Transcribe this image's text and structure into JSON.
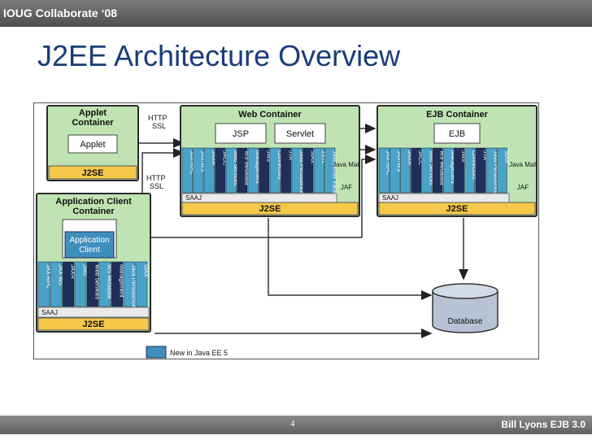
{
  "header": {
    "conference": "IOUG Collaborate ‘08"
  },
  "slide": {
    "title": "J2EE Architecture Overview"
  },
  "footer": {
    "page": "4",
    "author": "Bill Lyons EJB 3.0"
  },
  "colors": {
    "container_bg": "#bfe3b3",
    "api_blue": "#4aa2c8",
    "api_dark": "#1f2f58",
    "j2se_bar": "#f5c84a",
    "legend_blue": "#3f8fbd"
  },
  "diagram": {
    "applet_container": {
      "title_line1": "Applet",
      "title_line2": "Container",
      "component": "Applet",
      "platform": "J2SE"
    },
    "app_client_container": {
      "title_line1": "Application Client",
      "title_line2": "Container",
      "component_line1": "Application",
      "component_line2": "Client",
      "apis": [
        "JAX-RPC",
        "JAX-WS",
        "JAXR",
        "JMS",
        "Web Services",
        "WS Metadata",
        "Management",
        "Java Persistence",
        "StAX"
      ],
      "saaj": "SAAJ",
      "platform": "J2SE"
    },
    "web_container": {
      "title": "Web Container",
      "components": [
        "JSP",
        "Servlet"
      ],
      "apis": [
        "JAX-RPC",
        "JAX-WS",
        "JAXR",
        "JACC",
        "Web Services",
        "WS Metadata",
        "Management",
        "JMS",
        "Connectors",
        "JTA",
        "Java Persistence",
        "StAX",
        "JSTL",
        "JavaServer Faces"
      ],
      "side": [
        "Java Mail",
        "JAF"
      ],
      "saaj": "SAAJ",
      "platform": "J2SE"
    },
    "ejb_container": {
      "title": "EJB Container",
      "component": "EJB",
      "apis": [
        "JAX-RPC",
        "JAX-WS",
        "JAXR",
        "JACC",
        "Web Services",
        "WS Metadata",
        "Management",
        "JMS",
        "Connectors",
        "JTA",
        "Java Persistence",
        "StAX"
      ],
      "side": [
        "Java Mail",
        "JAF"
      ],
      "saaj": "SAAJ",
      "platform": "J2SE"
    },
    "database": "Database",
    "protocol_1": [
      "HTTP",
      "SSL"
    ],
    "protocol_2": [
      "HTTP",
      "SSL"
    ],
    "legend": "New in Java EE 5"
  }
}
